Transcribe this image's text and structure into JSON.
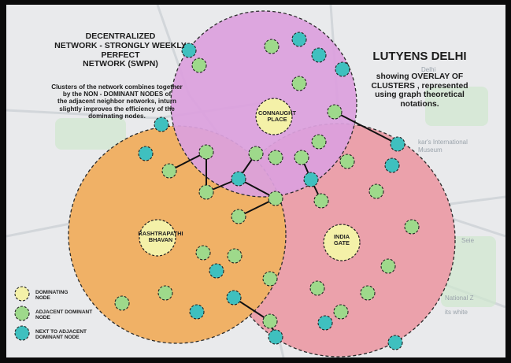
{
  "heading_left": "DECENTRALIZED\nNETWORK - STRONGLY WEEKLY\nPERFECT\nNETWORK (SWPN)",
  "description_left": "Clusters of the network combines together\nby the  NON - DOMINANT NODES of\nthe adjacent neighbor networks, inturn\nslightly improves the efficiency of the\ndominating nodes.",
  "heading_right": "LUTYENS DELHI",
  "description_right": "showing OVERLAY OF\nCLUSTERS , represented\nusing graph theoretical\nnotations.",
  "clusters": [
    {
      "label": "CONNAUGHT\nPLACE",
      "color": "#dca0de"
    },
    {
      "label": "RASHTRAPATHI\nBHAVAN",
      "color": "#f0b166"
    },
    {
      "label": "INDIA\nGATE",
      "color": "#eba1ab"
    }
  ],
  "legend": {
    "dominating": "DOMINATING\nNODE",
    "adjacent": "ADJACENT DOMINANT\nNODE",
    "next_to_adjacent": "NEXT TO ADJACENT\nDOMINANT NODE"
  },
  "colors": {
    "dominating_node": "#f4f1a8",
    "adjacent_node": "#9ed98b",
    "next_to_adjacent_node": "#3fc0bf",
    "frame": "#0b0b0b"
  },
  "map_labels": [
    "Delhi",
    "kar's International",
    "Museum",
    "Seie",
    "National Z",
    "its white"
  ]
}
